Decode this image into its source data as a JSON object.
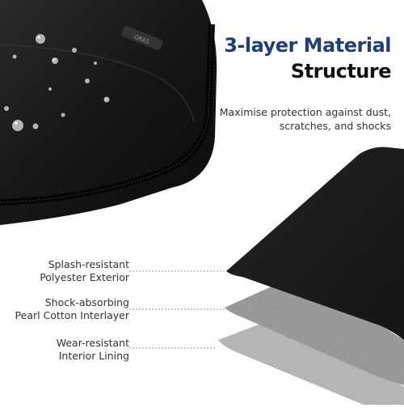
{
  "heading": {
    "line1": "3-layer Material",
    "line2": "Structure",
    "line1_color": "#1f3f7a",
    "line2_color": "#111111"
  },
  "subtitle": {
    "line1": "Maximise protection against dust,",
    "line2": "scratches, and shocks"
  },
  "layers": [
    {
      "line1": "Splash-resistant",
      "line2": "Polyester Exterior",
      "color": "#141414"
    },
    {
      "line1": "Shock-absorbing",
      "line2": "Pearl Cotton Interlayer",
      "color": "#8a8a8a"
    },
    {
      "line1": "Wear-resistant",
      "line2": "Interior Lining",
      "color": "#b8b8b8"
    }
  ],
  "product": {
    "zipper_pull_text": "QRAS",
    "icon": "laptop-sleeve-with-water-droplets"
  }
}
